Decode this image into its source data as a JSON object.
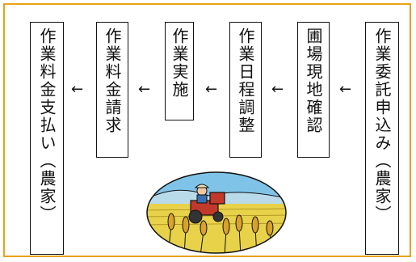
{
  "flow": {
    "steps": [
      {
        "label": "作業委託申込み（農家）"
      },
      {
        "label": "圃場現地確認"
      },
      {
        "label": "作業日程調整"
      },
      {
        "label": "作業実施"
      },
      {
        "label": "作業料金請求"
      },
      {
        "label": "作業料金支払い（農家）"
      }
    ],
    "arrow": "←"
  },
  "colors": {
    "frame_border": "#e8a218",
    "sky": "#7fc3e8",
    "field": "#e8d24a",
    "wheat": "#d9a22a",
    "outline": "#111111"
  },
  "illustration": {
    "icon": "farmer-tractor-wheat-icon"
  }
}
